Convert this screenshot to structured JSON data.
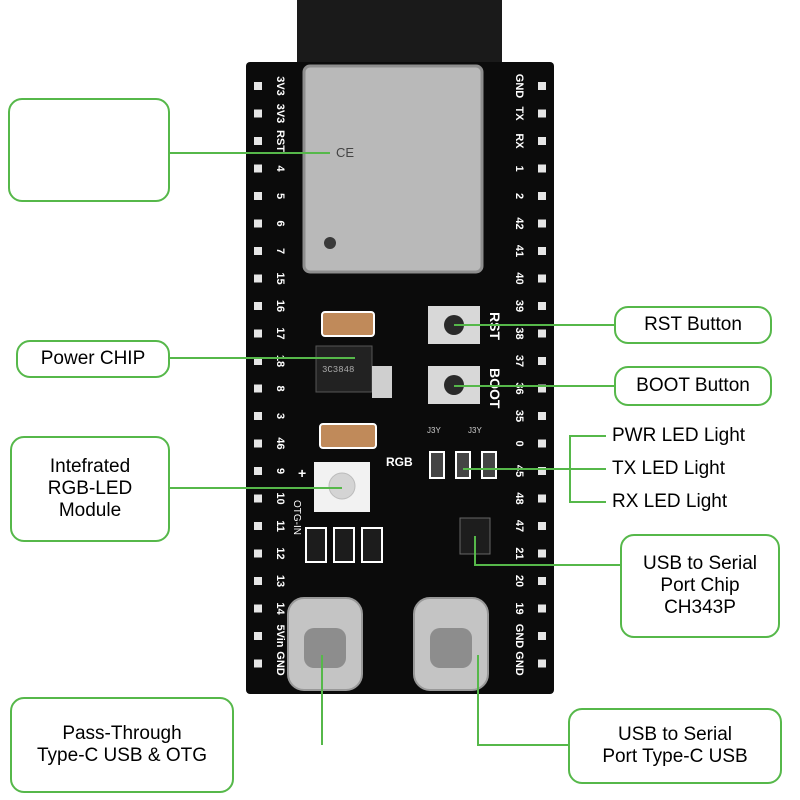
{
  "labels": {
    "esp_module": "",
    "power_chip": "Power CHIP",
    "rgb_led": "Intefrated\nRGB-LED\nModule",
    "passthrough_usb": "Pass-Through\nType-C USB & OTG",
    "rst_button": "RST Button",
    "boot_button": "BOOT Button",
    "pwr_led": "PWR LED Light",
    "tx_led": "TX LED Light",
    "rx_led": "RX LED Light",
    "serial_chip": "USB to Serial\nPort Chip\nCH343P",
    "serial_usb": "USB to Serial\nPort Type-C USB"
  },
  "board": {
    "left_pins": [
      "3V3",
      "3V3",
      "RST",
      "4",
      "5",
      "6",
      "7",
      "15",
      "16",
      "17",
      "18",
      "8",
      "3",
      "46",
      "9",
      "10",
      "11",
      "12",
      "13",
      "14",
      "5Vin",
      "GND"
    ],
    "right_pins": [
      "GND",
      "TX",
      "RX",
      "1",
      "2",
      "42",
      "41",
      "40",
      "39",
      "38",
      "37",
      "36",
      "35",
      "0",
      "45",
      "48",
      "47",
      "21",
      "20",
      "19",
      "GND",
      "GND"
    ],
    "silk_rst": "RST",
    "silk_boot": "BOOT",
    "silk_rgb": "RGB",
    "silk_plus": "+",
    "silk_otg": "OTG-IN",
    "module_mark": "CE",
    "chip_text": "3C3848",
    "led_codes": [
      "J3Y",
      "J3Y"
    ]
  },
  "colors": {
    "accent": "#56b84a",
    "board": "#0b0b0b",
    "module": "#b9b9b9",
    "antenna": "#1a1a1a"
  }
}
